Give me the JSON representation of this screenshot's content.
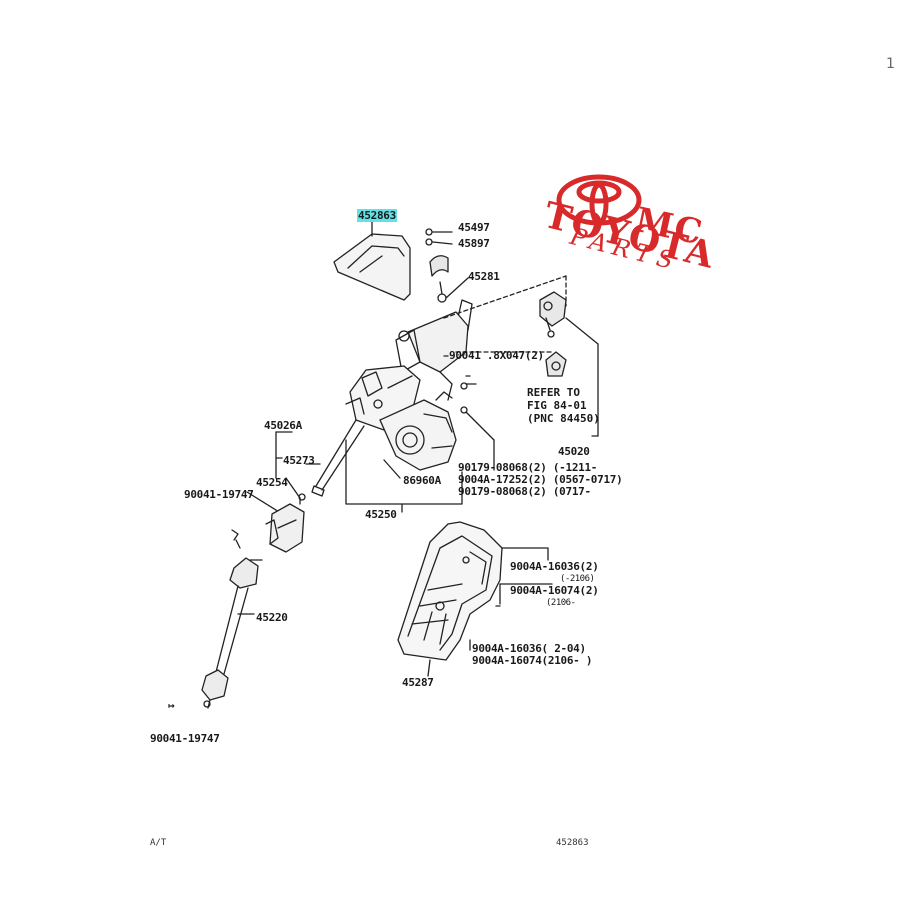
{
  "labels": {
    "p452863": "452863",
    "p45497": "45497",
    "p45897": "45897",
    "p45281": "45281",
    "p90041_a": "90041-19747",
    "p45026": "45026A",
    "p45273": "45273",
    "p45254": "45254",
    "p45220": "45220",
    "p90041_b": "90041-19747",
    "p86960": "86960A",
    "p45250": "45250",
    "p45020": "45020",
    "p45287": "45287",
    "p90041_mid": "90041 .8X047(2)",
    "b1": "90179-08068(2)",
    "b1_note": "(-1211-",
    "b2": "9004A-17252(2)",
    "b2_note": "(0567-0717)",
    "b3": "90179-08068(2)",
    "b3_note": "(0717-",
    "c1": "9004A-16036(2)",
    "c1_note": "(-2106)",
    "c2": "9004A-16074(2)",
    "c2_note": "(2106-",
    "d1": "9004A-16036(",
    "d1_note": "2-04)",
    "d2": "9004A-16074(2106-",
    "d2_note": ")"
  },
  "refer_note": {
    "line1": "REFER TO",
    "line2": "FIG 84-01",
    "line3": "(PNC 84450)"
  },
  "logo": {
    "line1": "TOYOTA",
    "line2": "PARTS",
    "suffix": "MC",
    "color": "#d82a2a"
  },
  "footer": {
    "left": "A/T",
    "right": "452863"
  },
  "corner": "1"
}
